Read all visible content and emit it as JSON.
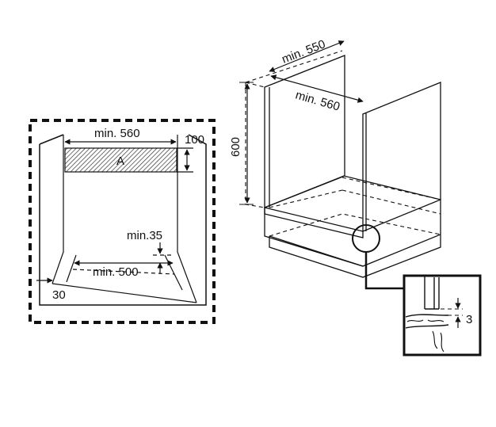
{
  "front_view": {
    "width_label": "min. 560",
    "height_label": "100",
    "area_label": "A",
    "gap_label": "min.35",
    "depth_label": "min. 500",
    "side_label": "30"
  },
  "cabinet_view": {
    "depth_label": "min. 550",
    "width_label": "min. 560",
    "height_label": "600"
  },
  "detail_view": {
    "gap_label": "3"
  },
  "colors": {
    "line": "#111111",
    "background": "#ffffff",
    "hatch": "#333333"
  }
}
